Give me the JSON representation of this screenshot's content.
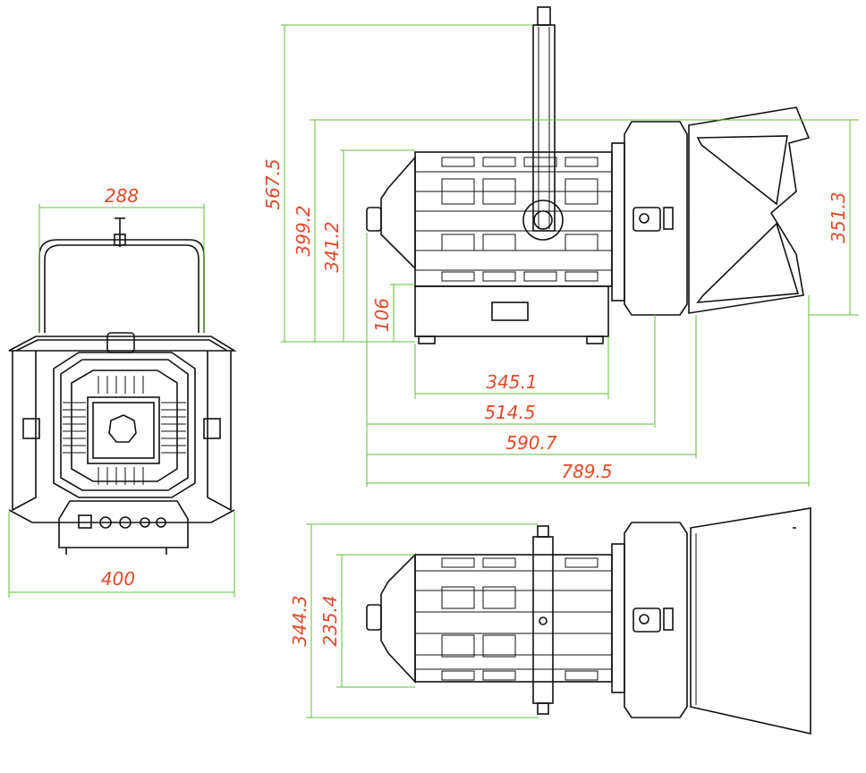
{
  "colors": {
    "dimension_line": "#5fbf3a",
    "dimension_text": "#e04a2a",
    "drawing_line": "#111111",
    "background": "#ffffff"
  },
  "dimensions": {
    "front_width_top": "288",
    "front_width_bottom": "400",
    "side_total_height": "567.5",
    "side_body_height": "399.2",
    "side_housing_height": "341.2",
    "side_base_height": "106",
    "side_doors_height": "351.3",
    "side_base_length": "345.1",
    "side_yoke_length": "514.5",
    "side_body_length": "590.7",
    "side_total_length": "789.5",
    "top_overall_width": "344.3",
    "top_housing_width": "235.4"
  },
  "views": [
    "front-view",
    "side-view",
    "top-view"
  ]
}
